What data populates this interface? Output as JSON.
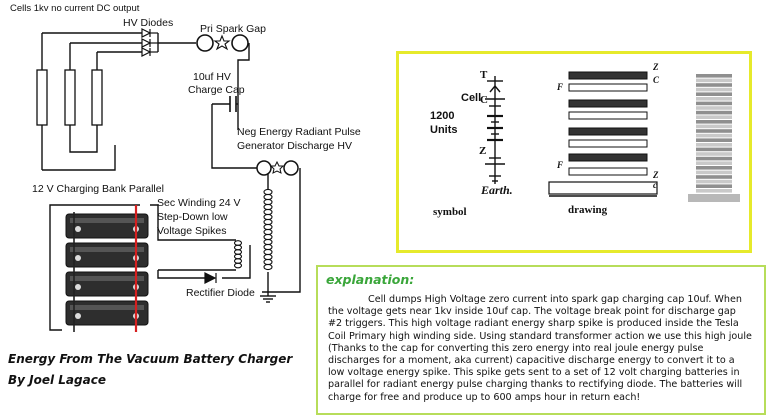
{
  "schematic": {
    "header_note": "Cells 1kv no current DC output",
    "hv_diodes": "HV Diodes",
    "spark_gap_primary": "Pri Spark Gap",
    "charge_cap_line1": "10uf HV",
    "charge_cap_line2": "Charge Cap",
    "discharge_line1": "Neg Energy Radiant Pulse",
    "discharge_line2": "Generator Discharge HV",
    "battery_bank": "12 V Charging Bank Parallel",
    "sec_winding_line1": "Sec Winding 24 V",
    "sec_winding_line2": "Step-Down low",
    "sec_winding_line3": "Voltage Spikes",
    "rectifier": "Rectifier Diode"
  },
  "reference_panel": {
    "cell_label": "Cell",
    "units_line1": "1200",
    "units_line2": "Units",
    "earth_label": "Earth.",
    "symbol_caption": "symbol",
    "drawing_caption": "drawing",
    "letter_t": "T",
    "letter_c": "C",
    "letter_z": "Z",
    "letter_f": "F",
    "letter_c_lower": "c"
  },
  "explanation": {
    "title": "explanation:",
    "body": "Cell dumps High Voltage zero current into spark gap charging cap 10uf. When the voltage gets near 1kv inside 10uf cap. The voltage break point for discharge gap #2 triggers. This high voltage radiant energy sharp spike is produced inside the Tesla Coil Primary high winding side. Using standard transformer action we use this high joule (Thanks to the cap for converting this zero energy into real joule energy pulse discharges for a moment, aka current) capacitive discharge energy to convert it to a low voltage energy spike. This spike gets sent to a set of 12 volt charging batteries in parallel for radiant energy pulse charging thanks to rectifying diode. The batteries will charge for free and produce up to 600 amps hour in return each!"
  },
  "footer": {
    "title": "Energy From The Vacuum Battery Charger",
    "author": "By Joel Lagace"
  },
  "colors": {
    "panel_border": "#e6ea2b",
    "explanation_border": "#b7dd5a",
    "explanation_title": "#3aa63a",
    "battery_body": "#2e2e2e",
    "battery_red_wire": "#d62020"
  }
}
